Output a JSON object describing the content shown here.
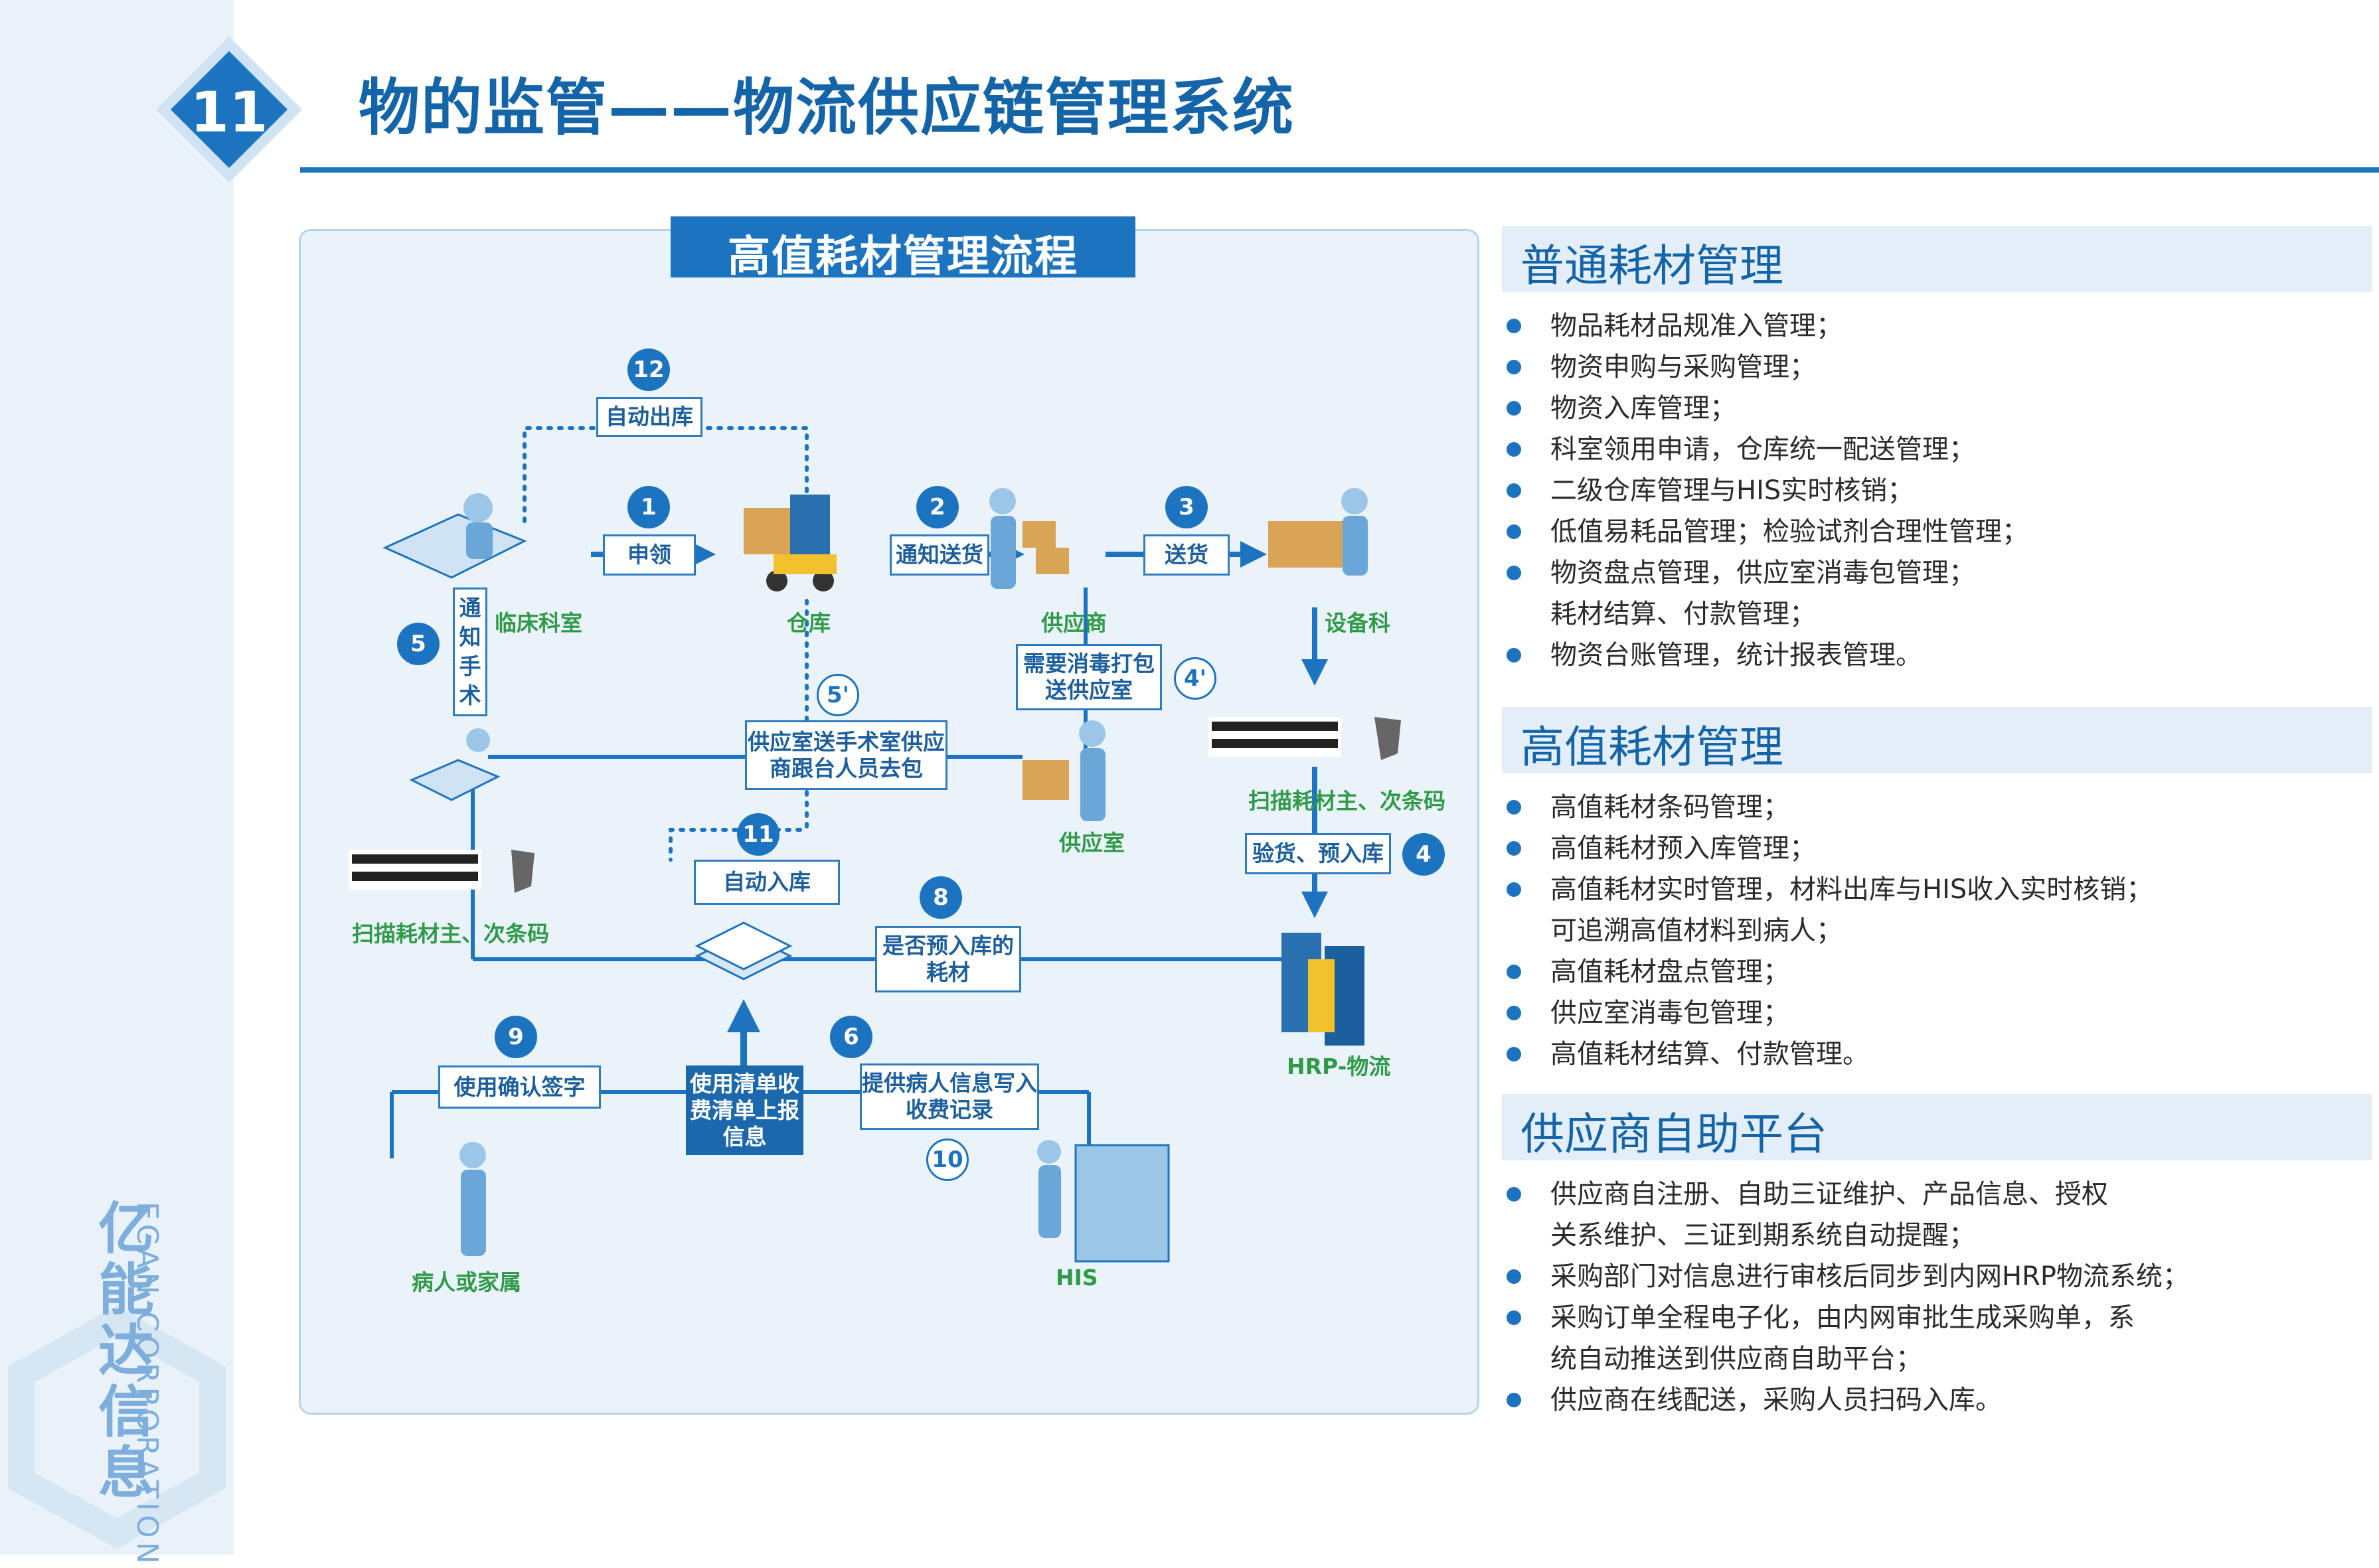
{
  "page": {
    "number": "11",
    "title": "物的监管——物流供应链管理系统",
    "brand_cn": [
      "亿",
      "能",
      "达",
      "信",
      "息"
    ],
    "brand_en": "ECAN CORPORATION"
  },
  "diagram": {
    "title": "高值耗材管理流程",
    "nodes": {
      "clinical_dept": "临床科室",
      "warehouse": "仓库",
      "supplier": "供应商",
      "equipment_dept": "设备科",
      "supply_room": "供应室",
      "hrp": "HRP-物流",
      "his": "HIS",
      "patient": "病人或家属",
      "scan_left": "扫描耗材主、次条码",
      "scan_right": "扫描耗材主、次条码"
    },
    "steps": [
      {
        "num": "12",
        "label": "自动出库"
      },
      {
        "num": "1",
        "label": "申领"
      },
      {
        "num": "2",
        "label": "通知送货"
      },
      {
        "num": "3",
        "label": "送货"
      },
      {
        "num": "4'",
        "label": "需要消毒打包送供应室"
      },
      {
        "num": "5",
        "label": "通知手术"
      },
      {
        "num": "5'",
        "label": "供应室送手术室供应商跟台人员去包"
      },
      {
        "num": "4",
        "label": "验货、预入库"
      },
      {
        "num": "11",
        "label": "自动入库"
      },
      {
        "num": "8",
        "label": "是否预入库的耗材"
      },
      {
        "num": "9",
        "label": "使用确认签字"
      },
      {
        "num": "6",
        "label": "提供病人信息写入收费记录"
      },
      {
        "num": "10",
        "label": ""
      }
    ],
    "center_box": "使用清单收费清单上报信息"
  },
  "sections": [
    {
      "title": "普通耗材管理",
      "items": [
        {
          "text": "物品耗材品规准入管理；"
        },
        {
          "text": "物资申购与采购管理；"
        },
        {
          "text": "物资入库管理；"
        },
        {
          "text": "科室领用申请，仓库统一配送管理；"
        },
        {
          "text": "二级仓库管理与HIS实时核销；"
        },
        {
          "text": "低值易耗品管理；检验试剂合理性管理；"
        },
        {
          "text": "物资盘点管理，供应室消毒包管理；",
          "cont": "耗材结算、付款管理；"
        },
        {
          "text": "物资台账管理，统计报表管理。"
        }
      ]
    },
    {
      "title": "高值耗材管理",
      "items": [
        {
          "text": "高值耗材条码管理；"
        },
        {
          "text": "高值耗材预入库管理；"
        },
        {
          "text": "高值耗材实时管理，材料出库与HIS收入实时核销；",
          "cont": "可追溯高值材料到病人；"
        },
        {
          "text": "高值耗材盘点管理；"
        },
        {
          "text": "供应室消毒包管理；"
        },
        {
          "text": "高值耗材结算、付款管理。"
        }
      ]
    },
    {
      "title": "供应商自助平台",
      "items": [
        {
          "text": "供应商自注册、自助三证维护、产品信息、授权",
          "cont": "关系维护、三证到期系统自动提醒；"
        },
        {
          "text": "采购部门对信息进行审核后同步到内网HRP物流系统；"
        },
        {
          "text": "采购订单全程电子化，由内网审批生成采购单，系",
          "cont": "统自动推送到供应商自助平台；"
        },
        {
          "text": "供应商在线配送，采购人员扫码入库。"
        }
      ]
    }
  ],
  "colors": {
    "primary": "#1c74c1",
    "title": "#1464a9",
    "green": "#2f9a47",
    "panel": "#eaf3fa"
  }
}
